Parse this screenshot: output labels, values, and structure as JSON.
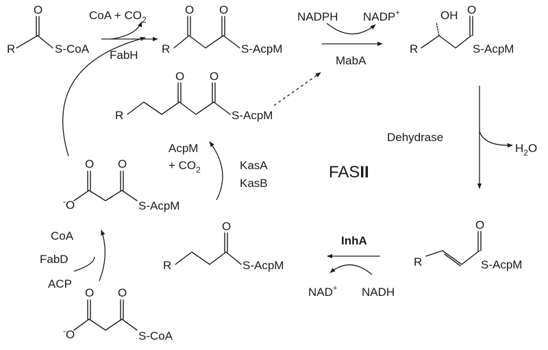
{
  "pathway": {
    "title_prefix": "FAS",
    "title_suffix": "II"
  },
  "molecules": {
    "acyl_coa": {
      "r": "R",
      "o": "O",
      "s": "S-CoA"
    },
    "ketoacyl_acp": {
      "r": "R",
      "o1": "O",
      "o2": "O",
      "s": "S-AcpM"
    },
    "hydroxyacyl_acp": {
      "r": "R",
      "oh": "OH",
      "o": "O",
      "s": "S-AcpM"
    },
    "elongated_ketoacyl_acp": {
      "r": "R",
      "o1": "O",
      "o2": "O",
      "s": "S-AcpM"
    },
    "enoyl_acp": {
      "r": "R",
      "o": "O",
      "s": "S-AcpM"
    },
    "acyl_acp": {
      "r": "R",
      "o": "O",
      "s": "S-AcpM"
    },
    "malonyl_acp": {
      "om": "O",
      "om_charge": "-",
      "o1": "O",
      "o2": "O",
      "s": "S-AcpM"
    },
    "malonyl_coa": {
      "om": "O",
      "om_charge": "-",
      "o1": "O",
      "o2": "O",
      "s": "S-CoA"
    }
  },
  "reactions": {
    "fabh": {
      "enzyme": "FabH",
      "byproduct": "CoA + CO",
      "byproduct_sub": "2"
    },
    "maba": {
      "enzyme": "MabA",
      "cofactor_in": "NADPH",
      "cofactor_out": "NADP",
      "cofactor_out_sup": "+"
    },
    "dehydrase": {
      "enzyme": "Dehydrase",
      "product": "H",
      "product_sub": "2",
      "product_tail": "O"
    },
    "inha": {
      "enzyme": "InhA",
      "cofactor_out": "NAD",
      "cofactor_out_sup": "+",
      "cofactor_in": "NADH"
    },
    "kas": {
      "enzyme_1": "KasA",
      "enzyme_2": "KasB",
      "byproduct_1": "AcpM",
      "byproduct_2": "+ CO",
      "byproduct_2_sub": "2"
    },
    "fabd": {
      "enzyme": "FabD",
      "substrate": "ACP",
      "product": "CoA"
    }
  }
}
